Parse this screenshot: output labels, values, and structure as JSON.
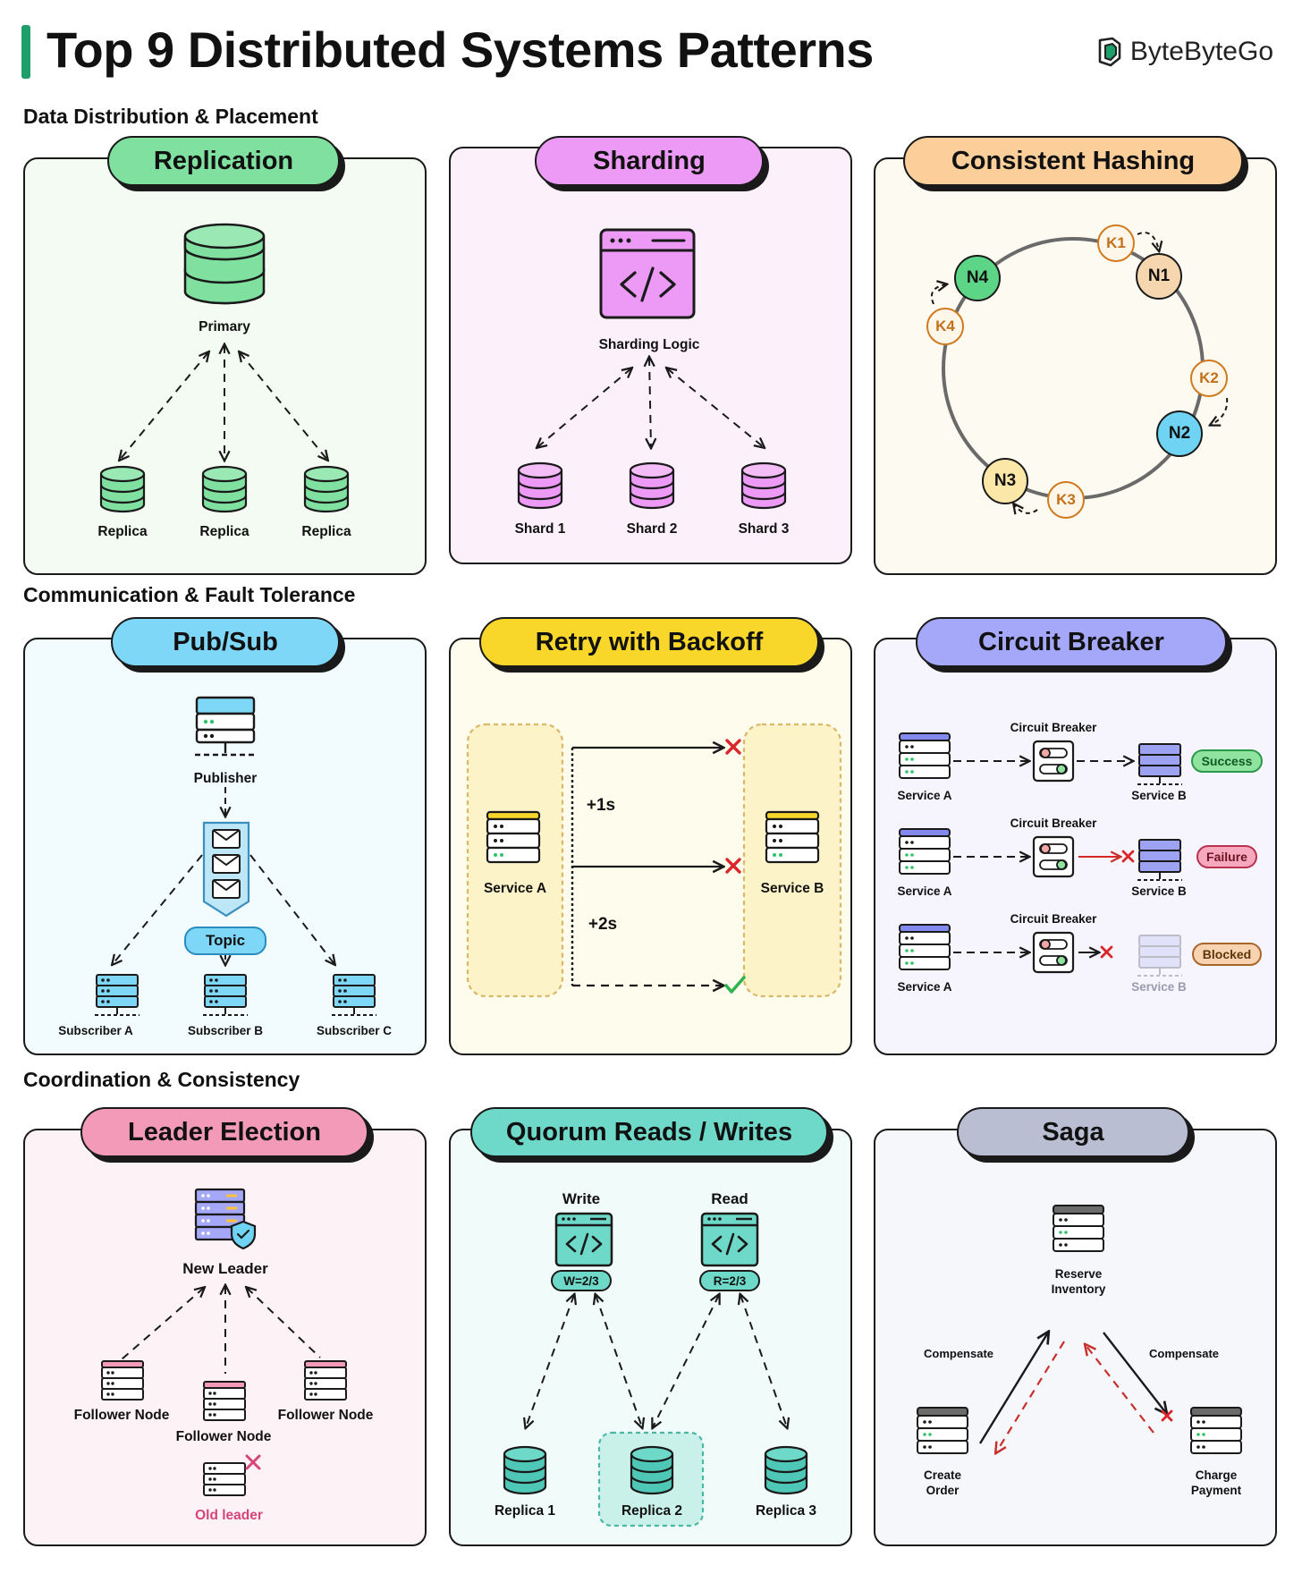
{
  "title": "Top 9 Distributed Systems Patterns",
  "brand": "ByteByteGo",
  "colors": {
    "accent": "#1e9e6a",
    "replication": "#7fe0a0",
    "sharding": "#ec9af5",
    "hashing": "#fccf9a",
    "pubsub": "#7fd7f7",
    "retry": "#f9d72a",
    "breaker": "#a5a8f8",
    "leader": "#f39ab8",
    "quorum": "#6fd9c9",
    "saga": "#b9bed2"
  },
  "sections": {
    "data": "Data Distribution & Placement",
    "comm": "Communication & Fault Tolerance",
    "coord": "Coordination & Consistency"
  },
  "replication": {
    "title": "Replication",
    "primary": "Primary",
    "replicas": [
      "Replica",
      "Replica",
      "Replica"
    ]
  },
  "sharding": {
    "title": "Sharding",
    "logic": "Sharding Logic",
    "shards": [
      "Shard 1",
      "Shard 2",
      "Shard 3"
    ]
  },
  "hashing": {
    "title": "Consistent Hashing",
    "nodes": [
      "N1",
      "N2",
      "N3",
      "N4"
    ],
    "keys": [
      "K1",
      "K2",
      "K3",
      "K4"
    ]
  },
  "pubsub": {
    "title": "Pub/Sub",
    "publisher": "Publisher",
    "topic": "Topic",
    "subscribers": [
      "Subscriber A",
      "Subscriber B",
      "Subscriber C"
    ]
  },
  "retry": {
    "title": "Retry with Backoff",
    "service_a": "Service A",
    "service_b": "Service B",
    "delays": [
      "+1s",
      "+2s"
    ]
  },
  "breaker": {
    "title": "Circuit Breaker",
    "rows": [
      {
        "breaker": "Circuit Breaker",
        "from": "Service A",
        "to": "Service B",
        "status": "Success"
      },
      {
        "breaker": "Circuit Breaker",
        "from": "Service A",
        "to": "Service B",
        "status": "Failure"
      },
      {
        "breaker": "Circuit Breaker",
        "from": "Service A",
        "to": "Service B",
        "status": "Blocked"
      }
    ]
  },
  "leader": {
    "title": "Leader Election",
    "new_leader": "New Leader",
    "followers": [
      "Follower Node",
      "Follower Node",
      "Follower Node"
    ],
    "old_leader": "Old leader"
  },
  "quorum": {
    "title": "Quorum Reads / Writes",
    "write": "Write",
    "read": "Read",
    "write_badge": "W=2/3",
    "read_badge": "R=2/3",
    "replicas": [
      "Replica 1",
      "Replica 2",
      "Replica 3"
    ]
  },
  "saga": {
    "title": "Saga",
    "reserve": "Reserve\nInventory",
    "create": "Create\nOrder",
    "charge": "Charge\nPayment",
    "compensate_left": "Compensate",
    "compensate_right": "Compensate"
  }
}
